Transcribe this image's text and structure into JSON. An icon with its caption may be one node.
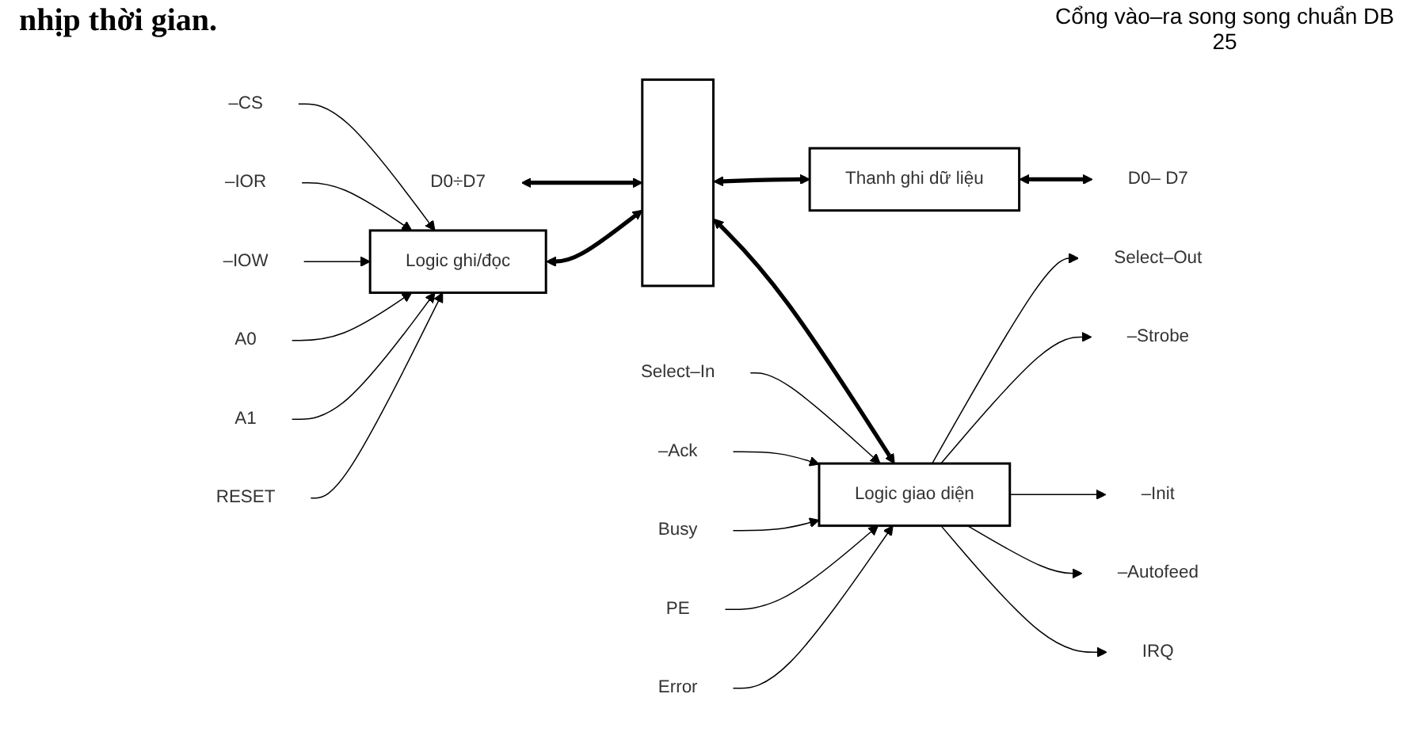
{
  "diagram": {
    "nodes": [
      {
        "text": [
          "D0÷D7"
        ]
      },
      {
        "text": [],
        "shape": "bar"
      },
      {
        "text": [
          "Thanh ghi dữ liệu"
        ]
      },
      {
        "text": [
          "D0– D7"
        ]
      },
      {
        "text": [
          "–CS"
        ]
      },
      {
        "text": [
          "–IOR"
        ]
      },
      {
        "text": [
          "–IOW"
        ]
      },
      {
        "text": [
          "A0"
        ]
      },
      {
        "text": [
          "A1"
        ]
      },
      {
        "text": [
          "RESET"
        ]
      },
      {
        "text": [
          "Logic ghi/đọc"
        ]
      },
      {
        "text": [
          "Logic giao diện"
        ]
      },
      {
        "text": [
          "Select–Out"
        ]
      },
      {
        "text": [
          "–Strobe"
        ]
      },
      {
        "text": [
          "–Init"
        ]
      },
      {
        "text": [
          "–Autofeed"
        ]
      },
      {
        "text": [
          "Select–In"
        ]
      },
      {
        "text": [
          "–Ack"
        ]
      },
      {
        "text": [
          "Busy"
        ]
      },
      {
        "text": [
          "PE"
        ]
      },
      {
        "text": [
          "Error"
        ]
      },
      {
        "text": [
          "IRQ"
        ]
      }
    ],
    "edges": [
      {
        "from": 0,
        "to": 1,
        "arrow": "both",
        "style": "thick"
      },
      {
        "from": 1,
        "to": 2,
        "arrow": "both",
        "style": "thick"
      },
      {
        "from": 2,
        "to": 3,
        "arrow": "both",
        "style": "thick"
      },
      {
        "from": 4,
        "to": 10,
        "arrow": "to"
      },
      {
        "from": 5,
        "to": 10,
        "arrow": "to"
      },
      {
        "from": 6,
        "to": 10,
        "arrow": "to"
      },
      {
        "from": 7,
        "to": 10,
        "arrow": "to"
      },
      {
        "from": 8,
        "to": 10,
        "arrow": "to"
      },
      {
        "from": 9,
        "to": 10,
        "arrow": "to"
      },
      {
        "from": 10,
        "to": 1,
        "arrow": "both",
        "style": "thick"
      },
      {
        "from": 1,
        "to": 11,
        "arrow": "both",
        "style": "thick"
      },
      {
        "from": 11,
        "to": 12,
        "arrow": "to"
      },
      {
        "from": 11,
        "to": 13,
        "arrow": "to"
      },
      {
        "from": 11,
        "to": 14,
        "arrow": "to"
      },
      {
        "from": 11,
        "to": 15,
        "arrow": "to"
      },
      {
        "from": 16,
        "to": 11,
        "arrow": "to"
      },
      {
        "from": 17,
        "to": 11,
        "arrow": "to"
      },
      {
        "from": 18,
        "to": 11,
        "arrow": "to"
      },
      {
        "from": 19,
        "to": 11,
        "arrow": "to"
      },
      {
        "from": 20,
        "to": 11,
        "arrow": "to"
      },
      {
        "from": 11,
        "to": 21,
        "arrow": "to"
      }
    ],
    "labels": [
      "nhịp thời gian.",
      "Cổng vào–ra song song chuẩn DB 25"
    ]
  }
}
